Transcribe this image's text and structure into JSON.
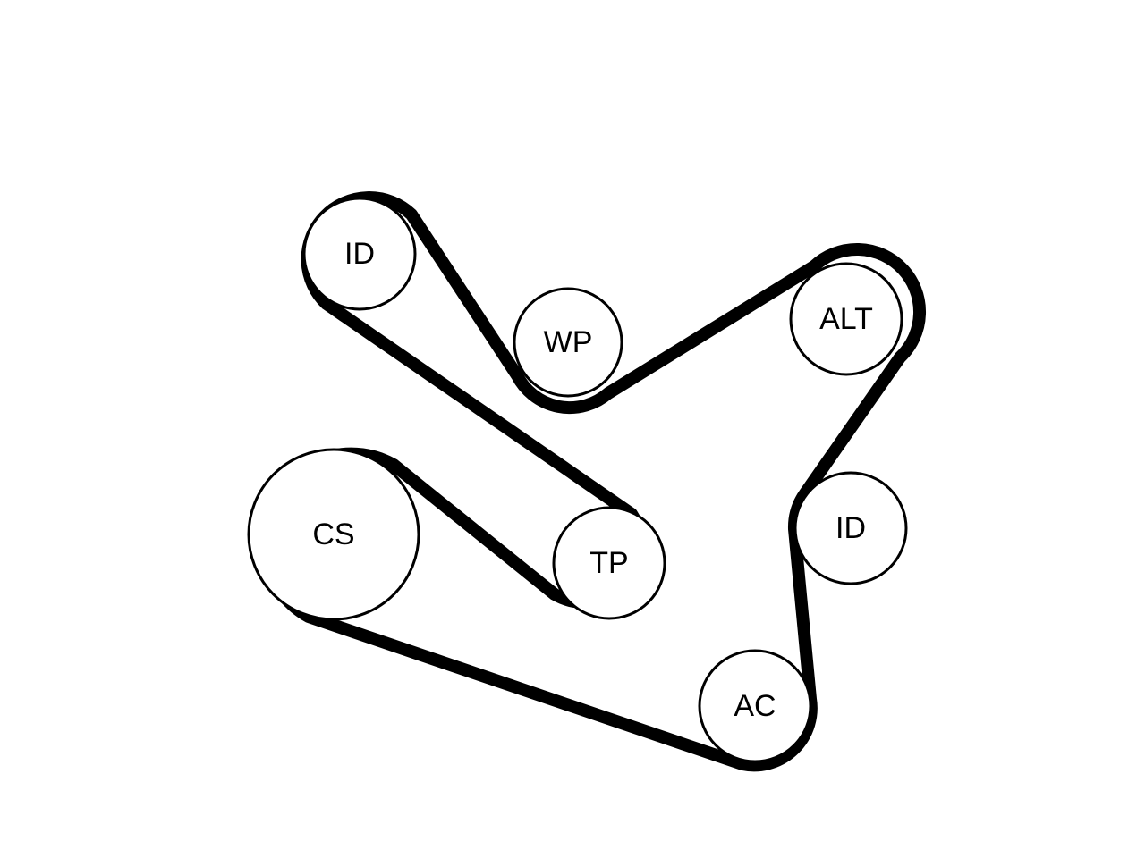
{
  "pulleys": [
    {
      "id": "id_top",
      "label": "ID"
    },
    {
      "id": "wp",
      "label": "WP"
    },
    {
      "id": "alt",
      "label": "ALT"
    },
    {
      "id": "cs",
      "label": "CS"
    },
    {
      "id": "tp",
      "label": "TP"
    },
    {
      "id": "id_right",
      "label": "ID"
    },
    {
      "id": "ac",
      "label": "AC"
    }
  ],
  "colors": {
    "belt": "#000000",
    "pulley_outline": "#000000",
    "background": "#ffffff"
  }
}
